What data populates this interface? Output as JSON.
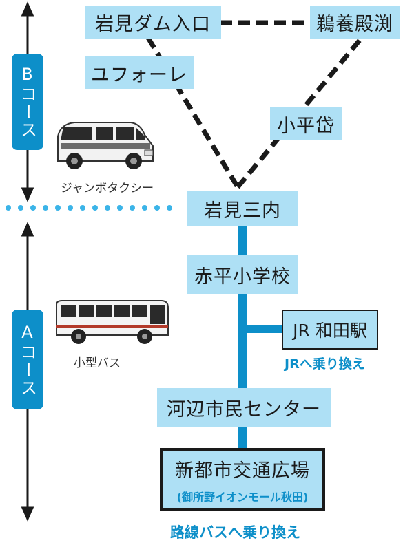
{
  "courses": {
    "b": "Bコース",
    "a": "Aコース"
  },
  "vehicles": {
    "b": "ジャンボタクシー",
    "a": "小型バス"
  },
  "stops": {
    "iwami_dam": "岩見ダム入口",
    "uyo_denbuchi": "鵜養殿渕",
    "yuforet": "ユフォーレ",
    "kodai": "小平岱",
    "iwami_sannai": "岩見三内",
    "akahira": "赤平小学校",
    "kawabe": "河辺市民センター",
    "jr_wada": "JR 和田駅"
  },
  "hub": {
    "name": "新都市交通広場",
    "sub": "(御所野イオンモール秋田)"
  },
  "notes": {
    "jr_transfer": "JRへ乗り換え",
    "bus_transfer": "路線バスへ乗り換え"
  },
  "colors": {
    "stop_fill": "#aee0f5",
    "accent": "#0d8fc9",
    "line": "#1a1a1a"
  }
}
